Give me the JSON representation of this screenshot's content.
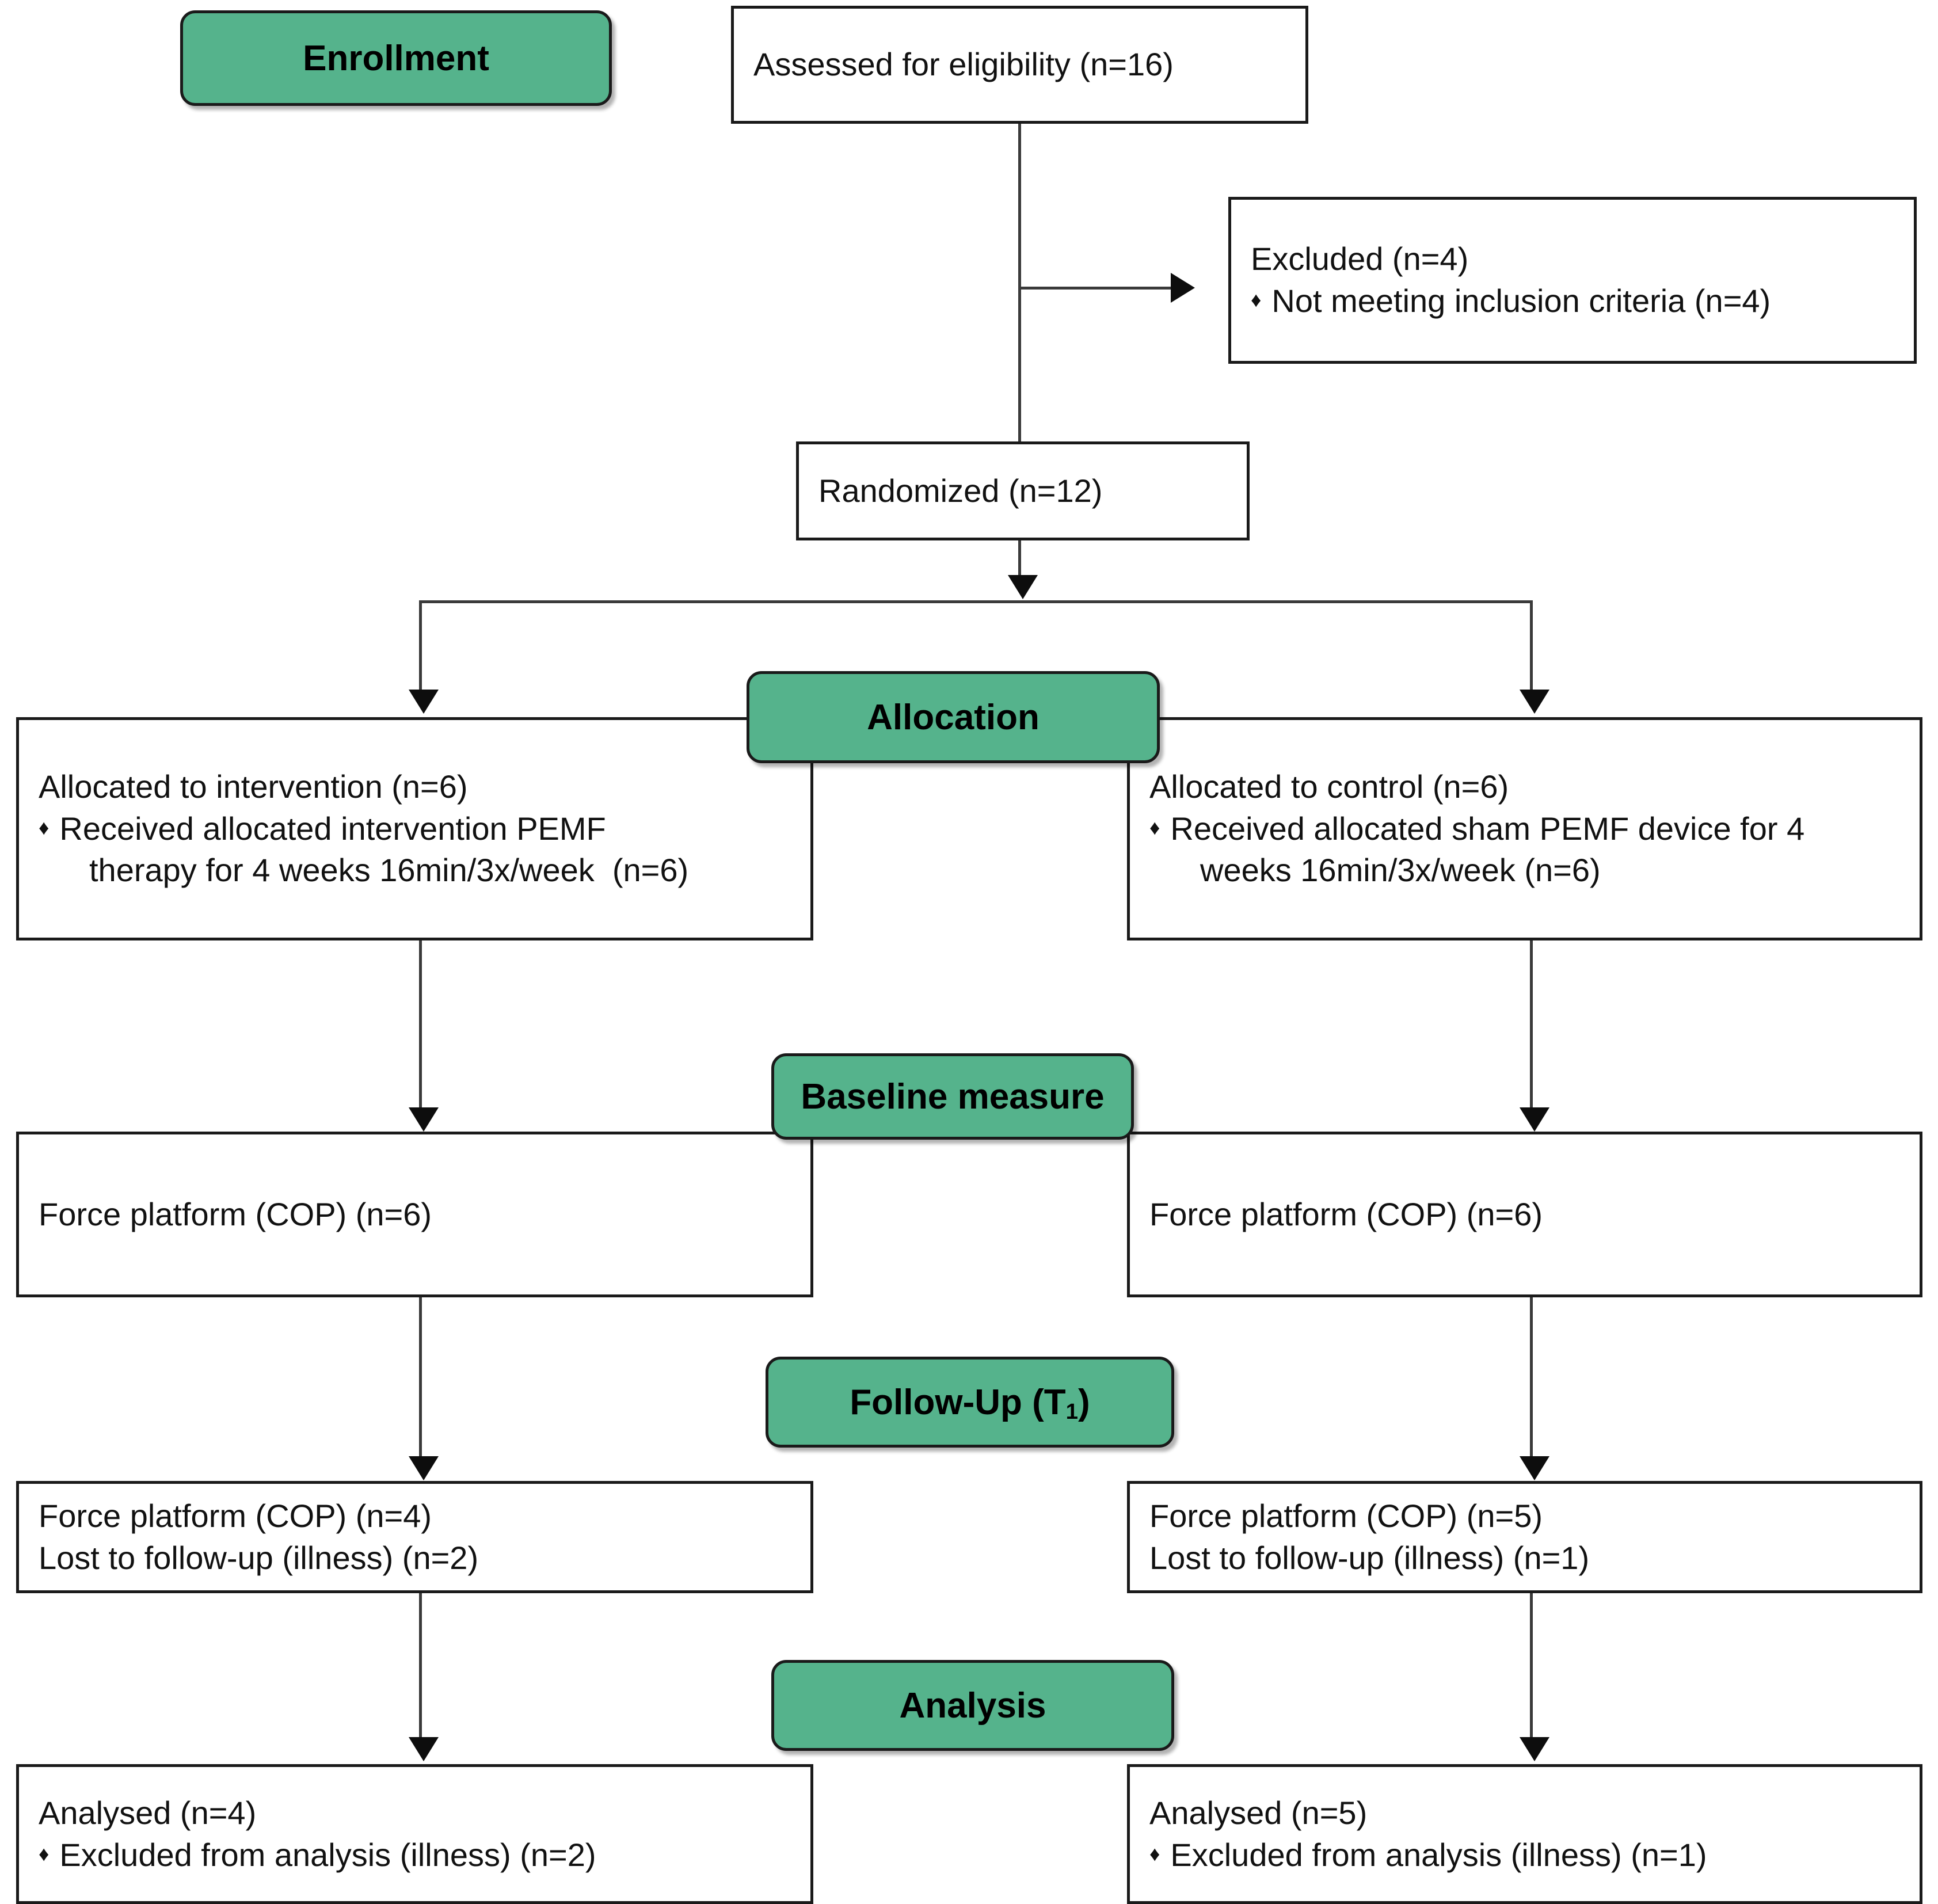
{
  "diagram": {
    "title": "CONSORT participant flow diagram",
    "accent_green": "#55B38C",
    "line_color": "#3a3a3a",
    "box_border_color": "#1a1a1a",
    "bullet_glyph": "♦"
  },
  "stages": {
    "enrollment": "Enrollment",
    "allocation": "Allocation",
    "baseline": "Baseline measure",
    "followup_prefix": "Follow-Up (T",
    "followup_sub": "1",
    "followup_suffix": ")",
    "analysis": "Analysis"
  },
  "enrollment": {
    "assessed": "Assessed for eligibility (n=16)",
    "excluded_title": "Excluded (n=4)",
    "excluded_reason": "Not meeting inclusion criteria (n=4)",
    "randomized": "Randomized (n=12)"
  },
  "allocation": {
    "left": {
      "title": "Allocated to intervention (n=6)",
      "bullet_line1": "Received allocated intervention PEMF",
      "bullet_line2": "therapy for 4 weeks 16min/3x/week  (n=6)"
    },
    "right": {
      "title": "Allocated to control (n=6)",
      "bullet_line1": "Received allocated sham PEMF device for 4",
      "bullet_line2": "weeks 16min/3x/week (n=6)"
    }
  },
  "baseline": {
    "left": {
      "line1": "Force platform (COP) (n=6)"
    },
    "right": {
      "line1": "Force platform (COP) (n=6)"
    }
  },
  "followup": {
    "left": {
      "line1": "Force platform (COP) (n=4)",
      "line2": "Lost to follow-up (illness) (n=2)"
    },
    "right": {
      "line1": "Force platform (COP) (n=5)",
      "line2": "Lost to follow-up (illness) (n=1)"
    }
  },
  "analysis": {
    "left": {
      "title": "Analysed (n=4)",
      "bullet": "Excluded from analysis (illness) (n=2)"
    },
    "right": {
      "title": "Analysed (n=5)",
      "bullet": "Excluded from analysis (illness) (n=1)"
    }
  }
}
